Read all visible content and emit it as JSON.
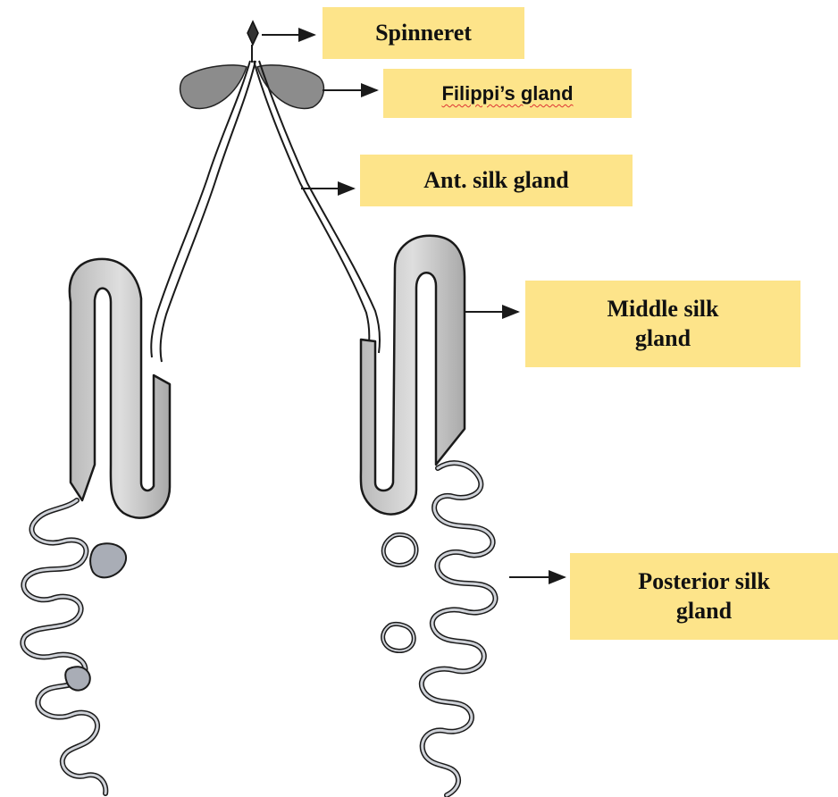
{
  "labels": {
    "spinneret": "Spinneret",
    "filippi": "Filippi’s gland",
    "anterior": "Ant. silk gland",
    "middle": "Middle silk\ngland",
    "posterior": "Posterior silk\ngland"
  },
  "colors": {
    "label_background": "#fde48a",
    "gland_fill": "#c9c9c9",
    "outline": "#1a1a1a"
  }
}
